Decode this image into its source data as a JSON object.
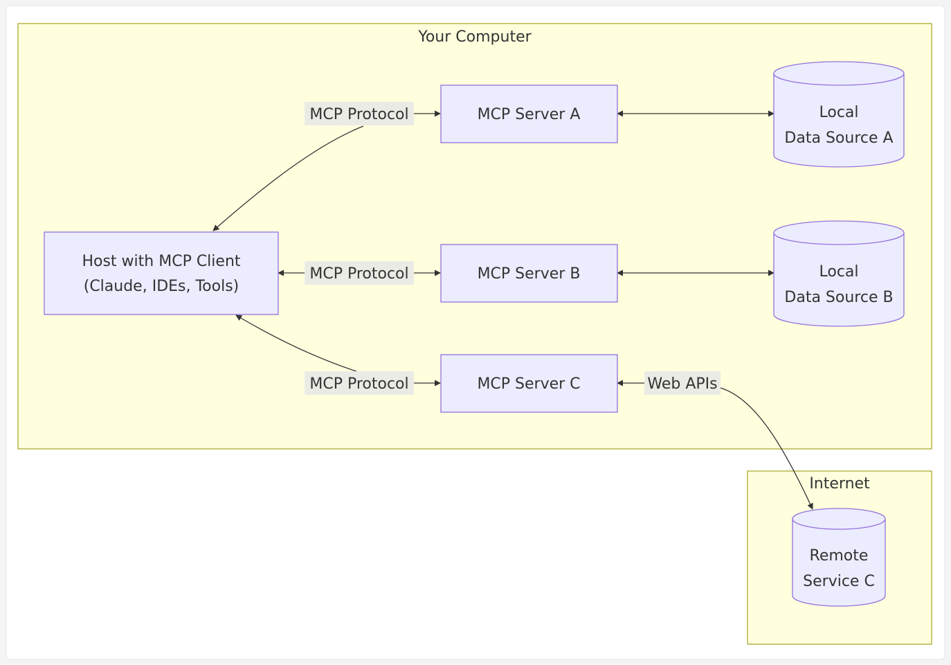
{
  "clusters": {
    "computer": {
      "label": "Your Computer"
    },
    "internet": {
      "label": "Internet"
    }
  },
  "nodes": {
    "host": {
      "line1": "Host with MCP Client",
      "line2": "(Claude, IDEs, Tools)"
    },
    "server_a": {
      "label": "MCP Server A"
    },
    "server_b": {
      "label": "MCP Server B"
    },
    "server_c": {
      "label": "MCP Server C"
    },
    "data_a": {
      "line1": "Local",
      "line2": "Data Source A"
    },
    "data_b": {
      "line1": "Local",
      "line2": "Data Source B"
    },
    "remote_c": {
      "line1": "Remote",
      "line2": "Service C"
    }
  },
  "edges": {
    "host_a": {
      "label": "MCP Protocol"
    },
    "host_b": {
      "label": "MCP Protocol"
    },
    "host_c": {
      "label": "MCP Protocol"
    },
    "c_remote": {
      "label": "Web APIs"
    }
  },
  "colors": {
    "cluster_fill": "#ffffde",
    "cluster_stroke": "#aaaa33",
    "node_fill": "#ececff",
    "node_stroke": "#9370db",
    "edge": "#333333"
  }
}
